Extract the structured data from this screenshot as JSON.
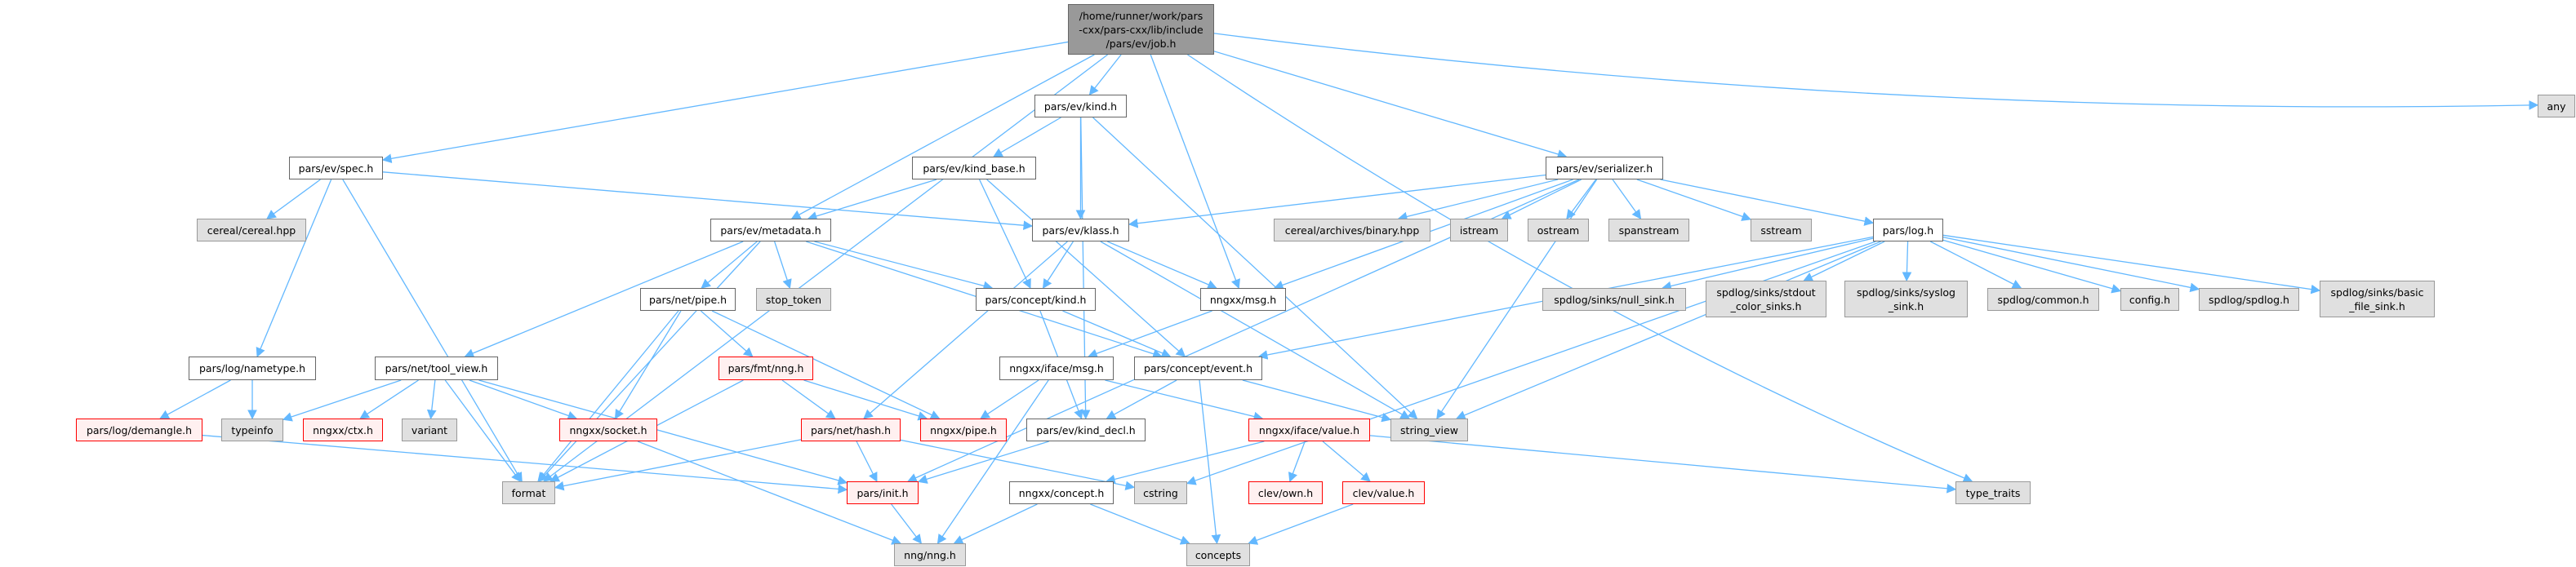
{
  "colors": {
    "edge": "#63b8ff",
    "root_fill": "#999999",
    "external_fill": "#e0e0e0",
    "truncated_border": "#ff0000"
  },
  "nodes": [
    {
      "id": "job",
      "label": "/home/runner/work/pars\n-cxx/pars-cxx/lib/include\n/pars/ev/job.h",
      "kind": "root"
    },
    {
      "id": "kind",
      "label": "pars/ev/kind.h",
      "kind": "doc"
    },
    {
      "id": "spec",
      "label": "pars/ev/spec.h",
      "kind": "doc"
    },
    {
      "id": "kind_base",
      "label": "pars/ev/kind_base.h",
      "kind": "doc"
    },
    {
      "id": "serializer",
      "label": "pars/ev/serializer.h",
      "kind": "doc"
    },
    {
      "id": "any",
      "label": "any",
      "kind": "ext"
    },
    {
      "id": "cereal",
      "label": "cereal/cereal.hpp",
      "kind": "ext"
    },
    {
      "id": "metadata",
      "label": "pars/ev/metadata.h",
      "kind": "doc"
    },
    {
      "id": "klass",
      "label": "pars/ev/klass.h",
      "kind": "doc"
    },
    {
      "id": "binary",
      "label": "cereal/archives/binary.hpp",
      "kind": "ext"
    },
    {
      "id": "istream",
      "label": "istream",
      "kind": "ext"
    },
    {
      "id": "ostream",
      "label": "ostream",
      "kind": "ext"
    },
    {
      "id": "spanstream",
      "label": "spanstream",
      "kind": "ext"
    },
    {
      "id": "sstream",
      "label": "sstream",
      "kind": "ext"
    },
    {
      "id": "log",
      "label": "pars/log.h",
      "kind": "doc"
    },
    {
      "id": "netpipe",
      "label": "pars/net/pipe.h",
      "kind": "doc"
    },
    {
      "id": "stop_token",
      "label": "stop_token",
      "kind": "ext"
    },
    {
      "id": "ckind",
      "label": "pars/concept/kind.h",
      "kind": "doc"
    },
    {
      "id": "nmsg",
      "label": "nngxx/msg.h",
      "kind": "doc"
    },
    {
      "id": "null_sink",
      "label": "spdlog/sinks/null_sink.h",
      "kind": "ext"
    },
    {
      "id": "stdout",
      "label": "spdlog/sinks/stdout\n_color_sinks.h",
      "kind": "ext"
    },
    {
      "id": "syslog",
      "label": "spdlog/sinks/syslog\n_sink.h",
      "kind": "ext"
    },
    {
      "id": "common",
      "label": "spdlog/common.h",
      "kind": "ext"
    },
    {
      "id": "config",
      "label": "config.h",
      "kind": "ext"
    },
    {
      "id": "spdlog",
      "label": "spdlog/spdlog.h",
      "kind": "ext"
    },
    {
      "id": "basic",
      "label": "spdlog/sinks/basic\n_file_sink.h",
      "kind": "ext"
    },
    {
      "id": "nametype",
      "label": "pars/log/nametype.h",
      "kind": "doc"
    },
    {
      "id": "tool_view",
      "label": "pars/net/tool_view.h",
      "kind": "doc"
    },
    {
      "id": "fmtnng",
      "label": "pars/fmt/nng.h",
      "kind": "red"
    },
    {
      "id": "imsg",
      "label": "nngxx/iface/msg.h",
      "kind": "doc"
    },
    {
      "id": "event",
      "label": "pars/concept/event.h",
      "kind": "doc"
    },
    {
      "id": "demangle",
      "label": "pars/log/demangle.h",
      "kind": "red"
    },
    {
      "id": "typeinfo",
      "label": "typeinfo",
      "kind": "ext"
    },
    {
      "id": "ctx",
      "label": "nngxx/ctx.h",
      "kind": "red"
    },
    {
      "id": "variant",
      "label": "variant",
      "kind": "ext"
    },
    {
      "id": "socket",
      "label": "nngxx/socket.h",
      "kind": "red"
    },
    {
      "id": "hash",
      "label": "pars/net/hash.h",
      "kind": "red"
    },
    {
      "id": "npipe",
      "label": "nngxx/pipe.h",
      "kind": "red"
    },
    {
      "id": "kind_decl",
      "label": "pars/ev/kind_decl.h",
      "kind": "doc"
    },
    {
      "id": "ivalue",
      "label": "nngxx/iface/value.h",
      "kind": "red"
    },
    {
      "id": "string_view",
      "label": "string_view",
      "kind": "ext"
    },
    {
      "id": "format",
      "label": "format",
      "kind": "ext"
    },
    {
      "id": "init",
      "label": "pars/init.h",
      "kind": "red"
    },
    {
      "id": "nconcept",
      "label": "nngxx/concept.h",
      "kind": "doc"
    },
    {
      "id": "cstring",
      "label": "cstring",
      "kind": "ext"
    },
    {
      "id": "own",
      "label": "clev/own.h",
      "kind": "red"
    },
    {
      "id": "cvalue",
      "label": "clev/value.h",
      "kind": "red"
    },
    {
      "id": "type_traits",
      "label": "type_traits",
      "kind": "ext"
    },
    {
      "id": "nng",
      "label": "nng/nng.h",
      "kind": "ext"
    },
    {
      "id": "concepts",
      "label": "concepts",
      "kind": "ext"
    }
  ],
  "edges": [
    [
      "job",
      "format"
    ],
    [
      "job",
      "spec"
    ],
    [
      "job",
      "metadata"
    ],
    [
      "job",
      "kind"
    ],
    [
      "job",
      "nmsg"
    ],
    [
      "job",
      "serializer"
    ],
    [
      "job",
      "any"
    ],
    [
      "job",
      "type_traits"
    ],
    [
      "spec",
      "format"
    ],
    [
      "spec",
      "cereal"
    ],
    [
      "spec",
      "nametype"
    ],
    [
      "spec",
      "klass"
    ],
    [
      "kind",
      "kind_base"
    ],
    [
      "kind",
      "klass"
    ],
    [
      "kind",
      "string_view"
    ],
    [
      "kind",
      "kind_decl"
    ],
    [
      "kind_base",
      "metadata"
    ],
    [
      "kind_base",
      "ckind"
    ],
    [
      "kind_base",
      "event"
    ],
    [
      "metadata",
      "tool_view"
    ],
    [
      "metadata",
      "format"
    ],
    [
      "metadata",
      "netpipe"
    ],
    [
      "metadata",
      "stop_token"
    ],
    [
      "metadata",
      "ckind"
    ],
    [
      "metadata",
      "event"
    ],
    [
      "serializer",
      "klass"
    ],
    [
      "serializer",
      "nmsg"
    ],
    [
      "serializer",
      "binary"
    ],
    [
      "serializer",
      "istream"
    ],
    [
      "serializer",
      "ostream"
    ],
    [
      "serializer",
      "spanstream"
    ],
    [
      "serializer",
      "sstream"
    ],
    [
      "serializer",
      "log"
    ],
    [
      "serializer",
      "string_view"
    ],
    [
      "serializer",
      "init"
    ],
    [
      "klass",
      "ckind"
    ],
    [
      "klass",
      "nmsg"
    ],
    [
      "klass",
      "string_view"
    ],
    [
      "klass",
      "hash"
    ],
    [
      "log",
      "null_sink"
    ],
    [
      "log",
      "stdout"
    ],
    [
      "log",
      "syslog"
    ],
    [
      "log",
      "common"
    ],
    [
      "log",
      "config"
    ],
    [
      "log",
      "spdlog"
    ],
    [
      "log",
      "basic"
    ],
    [
      "log",
      "event"
    ],
    [
      "log",
      "string_view"
    ],
    [
      "log",
      "cstring"
    ],
    [
      "netpipe",
      "socket"
    ],
    [
      "netpipe",
      "format"
    ],
    [
      "netpipe",
      "fmtnng"
    ],
    [
      "netpipe",
      "npipe"
    ],
    [
      "fmtnng",
      "format"
    ],
    [
      "fmtnng",
      "hash"
    ],
    [
      "fmtnng",
      "npipe"
    ],
    [
      "tool_view",
      "typeinfo"
    ],
    [
      "tool_view",
      "ctx"
    ],
    [
      "tool_view",
      "variant"
    ],
    [
      "tool_view",
      "format"
    ],
    [
      "tool_view",
      "socket"
    ],
    [
      "tool_view",
      "init"
    ],
    [
      "nametype",
      "demangle"
    ],
    [
      "nametype",
      "typeinfo"
    ],
    [
      "demangle",
      "init"
    ],
    [
      "socket",
      "nng"
    ],
    [
      "hash",
      "format"
    ],
    [
      "hash",
      "init"
    ],
    [
      "hash",
      "cstring"
    ],
    [
      "ckind",
      "event"
    ],
    [
      "ckind",
      "kind_decl"
    ],
    [
      "nmsg",
      "imsg"
    ],
    [
      "imsg",
      "npipe"
    ],
    [
      "imsg",
      "ivalue"
    ],
    [
      "imsg",
      "nng"
    ],
    [
      "event",
      "kind_decl"
    ],
    [
      "event",
      "string_view"
    ],
    [
      "event",
      "concepts"
    ],
    [
      "kind_decl",
      "init"
    ],
    [
      "ivalue",
      "nconcept"
    ],
    [
      "ivalue",
      "own"
    ],
    [
      "ivalue",
      "cvalue"
    ],
    [
      "ivalue",
      "type_traits"
    ],
    [
      "nconcept",
      "nng"
    ],
    [
      "nconcept",
      "concepts"
    ],
    [
      "cvalue",
      "concepts"
    ],
    [
      "init",
      "nng"
    ]
  ]
}
